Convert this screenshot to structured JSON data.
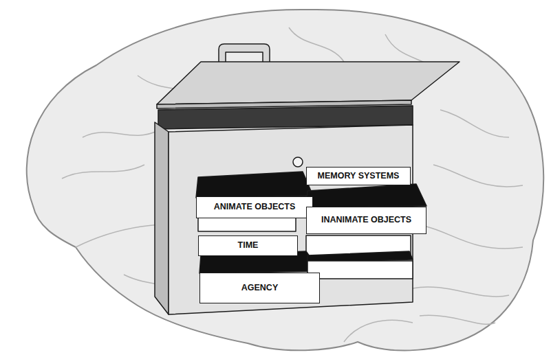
{
  "diagram": {
    "nodes": [
      {
        "text": [
          "MEMORY SYSTEMS"
        ]
      },
      {
        "text": [
          "ANIMATE OBJECTS"
        ]
      },
      {
        "text": [
          "INANIMATE OBJECTS"
        ]
      },
      {
        "text": [
          "TIME"
        ]
      },
      {
        "text": [
          "AGENCY"
        ]
      }
    ]
  }
}
